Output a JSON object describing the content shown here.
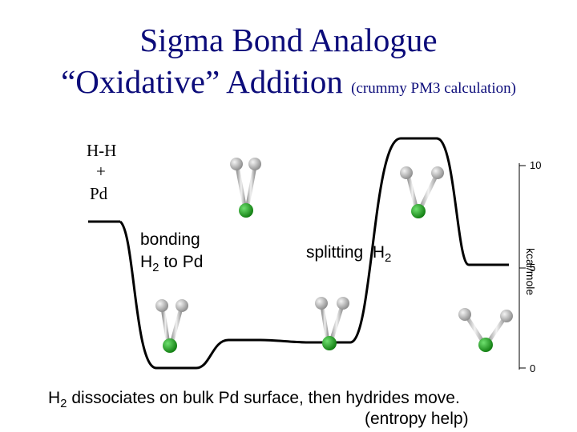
{
  "title": {
    "line1": "Sigma Bond Analogue",
    "line2_main": "“Oxidative” Addition",
    "line2_note": "(crummy PM3 calculation)"
  },
  "reactant": {
    "line1": "H-H",
    "line2": "+",
    "line3": "Pd"
  },
  "step_labels": {
    "bonding": {
      "line1": "bonding",
      "h": "H",
      "sub": "2",
      "rest": " to Pd"
    },
    "splitting": {
      "text": "splitting  H",
      "sub": "2"
    }
  },
  "axis": {
    "ticks": [
      "10",
      "5",
      "0"
    ],
    "unit": "kcal/mole"
  },
  "footer": {
    "h": "H",
    "sub": "2",
    "line1_rest": " dissociates on bulk Pd surface, then hydrides move.",
    "line2": "(entropy help)"
  },
  "colors": {
    "title": "#0c0c7a",
    "hydrogen": "#b5b5b5",
    "palladium": "#1fa31f",
    "bond": "#d6d6d6"
  }
}
